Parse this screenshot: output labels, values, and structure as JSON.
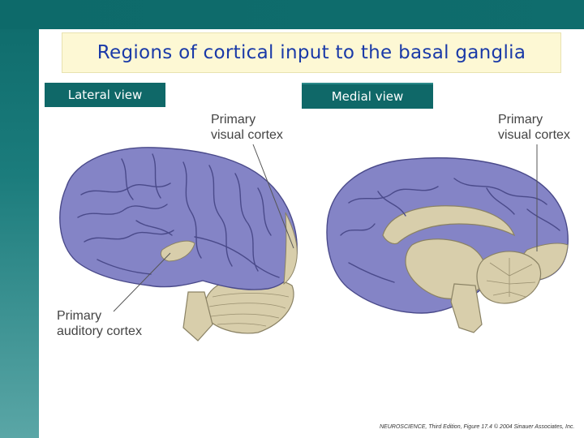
{
  "slide": {
    "title": "Regions of cortical input to the basal ganglia",
    "colors": {
      "frame": "#0f6868",
      "title_bg": "#fdf8d4",
      "title_text": "#1a3aa8",
      "cortex": "#8484c6",
      "non_input": "#d8ceab"
    }
  },
  "tabs": {
    "lateral": "Lateral view",
    "medial": "Medial view"
  },
  "labels": {
    "primary_visual_lateral": [
      "Primary",
      "visual cortex"
    ],
    "primary_visual_medial": [
      "Primary",
      "visual cortex"
    ],
    "primary_auditory": [
      "Primary",
      "auditory cortex"
    ]
  },
  "credit": "NEUROSCIENCE, Third Edition, Figure 17.4 © 2004 Sinauer Associates, Inc."
}
